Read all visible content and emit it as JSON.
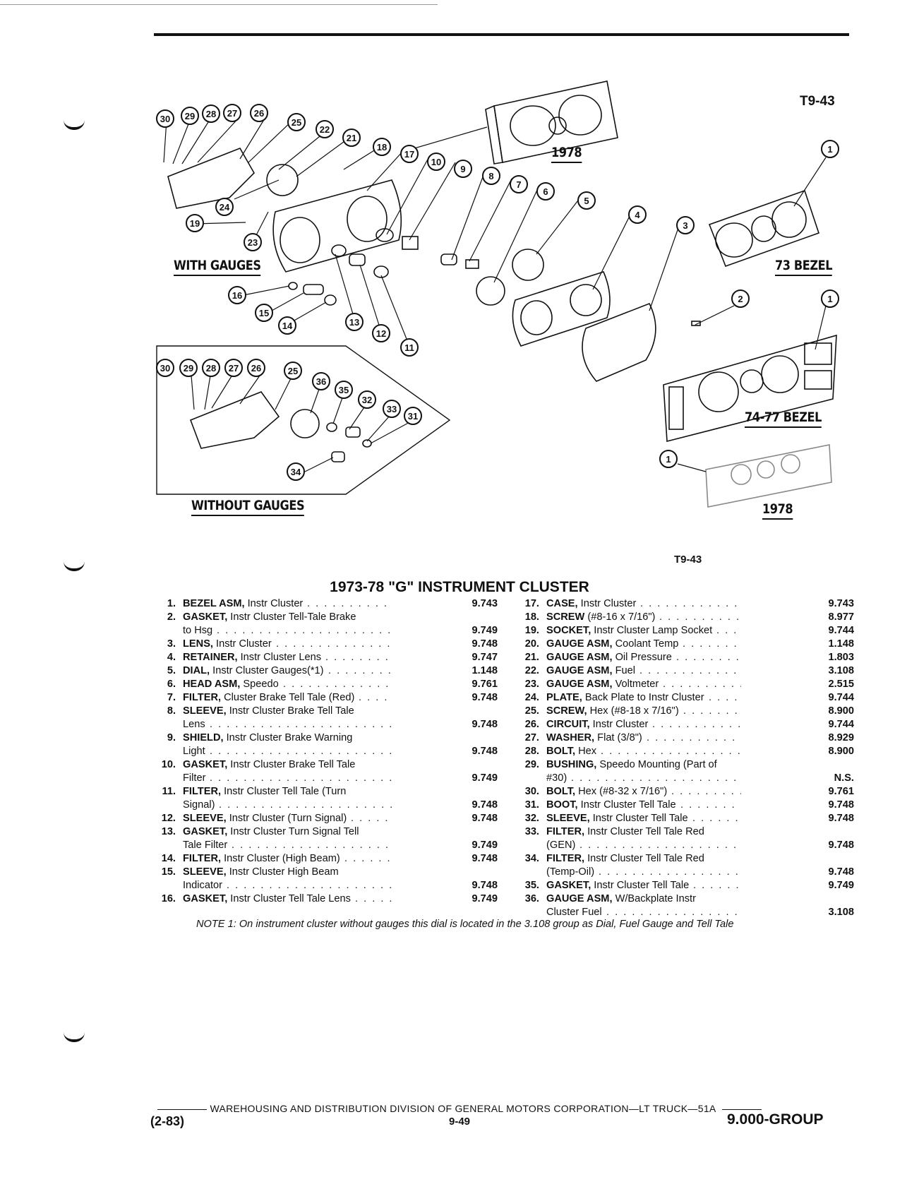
{
  "figure": {
    "code_top": "T9-43",
    "code_bottom": "T9-43",
    "labels": {
      "with_gauges": "WITH GAUGES",
      "without_gauges": "WITHOUT GAUGES",
      "year_1978_top": "1978",
      "bezel_73": "73 BEZEL",
      "bezel_74_77": "74-77 BEZEL",
      "year_1978_bottom": "1978"
    }
  },
  "title": "1973-78 \"G\" INSTRUMENT CLUSTER",
  "parts_left": [
    {
      "n": "1.",
      "name": "BEZEL ASM,",
      "desc": "Instr Cluster",
      "group": "9.743"
    },
    {
      "n": "2.",
      "name": "GASKET,",
      "desc": "Instr Cluster Tell-Tale Brake",
      "cont": "to Hsg",
      "group": "9.749"
    },
    {
      "n": "3.",
      "name": "LENS,",
      "desc": "Instr Cluster",
      "group": "9.748"
    },
    {
      "n": "4.",
      "name": "RETAINER,",
      "desc": "Instr Cluster Lens",
      "group": "9.747"
    },
    {
      "n": "5.",
      "name": "DIAL,",
      "desc": "Instr Cluster Gauges(*1)",
      "group": "1.148"
    },
    {
      "n": "6.",
      "name": "HEAD ASM,",
      "desc": "Speedo",
      "group": "9.761"
    },
    {
      "n": "7.",
      "name": "FILTER,",
      "desc": "Cluster Brake Tell Tale (Red)",
      "group": "9.748"
    },
    {
      "n": "8.",
      "name": "SLEEVE,",
      "desc": "Instr Cluster Brake Tell Tale",
      "cont": "Lens",
      "group": "9.748"
    },
    {
      "n": "9.",
      "name": "SHIELD,",
      "desc": "Instr Cluster Brake Warning",
      "cont": "Light",
      "group": "9.748"
    },
    {
      "n": "10.",
      "name": "GASKET,",
      "desc": "Instr Cluster Brake Tell Tale",
      "cont": "Filter",
      "group": "9.749"
    },
    {
      "n": "11.",
      "name": "FILTER,",
      "desc": "Instr Cluster Tell Tale (Turn",
      "cont": "Signal)",
      "group": "9.748"
    },
    {
      "n": "12.",
      "name": "SLEEVE,",
      "desc": "Instr Cluster (Turn Signal)",
      "group": "9.748"
    },
    {
      "n": "13.",
      "name": "GASKET,",
      "desc": "Instr Cluster Turn Signal Tell",
      "cont": "Tale Filter",
      "group": "9.749"
    },
    {
      "n": "14.",
      "name": "FILTER,",
      "desc": "Instr Cluster (High Beam)",
      "group": "9.748"
    },
    {
      "n": "15.",
      "name": "SLEEVE,",
      "desc": "Instr Cluster High Beam",
      "cont": "Indicator",
      "group": "9.748"
    },
    {
      "n": "16.",
      "name": "GASKET,",
      "desc": "Instr Cluster Tell Tale Lens",
      "group": "9.749"
    }
  ],
  "parts_right": [
    {
      "n": "17.",
      "name": "CASE,",
      "desc": "Instr Cluster",
      "group": "9.743"
    },
    {
      "n": "18.",
      "name": "SCREW",
      "desc": "(#8-16 x 7/16\")",
      "group": "8.977"
    },
    {
      "n": "19.",
      "name": "SOCKET,",
      "desc": "Instr Cluster Lamp Socket",
      "group": "9.744"
    },
    {
      "n": "20.",
      "name": "GAUGE ASM,",
      "desc": "Coolant Temp",
      "group": "1.148"
    },
    {
      "n": "21.",
      "name": "GAUGE ASM,",
      "desc": "Oil Pressure",
      "group": "1.803"
    },
    {
      "n": "22.",
      "name": "GAUGE ASM,",
      "desc": "Fuel",
      "group": "3.108"
    },
    {
      "n": "23.",
      "name": "GAUGE ASM,",
      "desc": "Voltmeter",
      "group": "2.515"
    },
    {
      "n": "24.",
      "name": "PLATE,",
      "desc": "Back Plate to Instr Cluster",
      "group": "9.744"
    },
    {
      "n": "25.",
      "name": "SCREW,",
      "desc": "Hex (#8-18 x 7/16\")",
      "group": "8.900"
    },
    {
      "n": "26.",
      "name": "CIRCUIT,",
      "desc": "Instr Cluster",
      "group": "9.744"
    },
    {
      "n": "27.",
      "name": "WASHER,",
      "desc": "Flat (3/8\")",
      "group": "8.929"
    },
    {
      "n": "28.",
      "name": "BOLT,",
      "desc": "Hex",
      "group": "8.900"
    },
    {
      "n": "29.",
      "name": "BUSHING,",
      "desc": "Speedo Mounting (Part of",
      "cont": "#30)",
      "group": "N.S."
    },
    {
      "n": "30.",
      "name": "BOLT,",
      "desc": "Hex (#8-32 x 7/16\")",
      "group": "9.761"
    },
    {
      "n": "31.",
      "name": "BOOT,",
      "desc": "Instr Cluster Tell Tale",
      "group": "9.748"
    },
    {
      "n": "32.",
      "name": "SLEEVE,",
      "desc": "Instr Cluster Tell Tale",
      "group": "9.748"
    },
    {
      "n": "33.",
      "name": "FILTER,",
      "desc": "Instr Cluster Tell Tale Red",
      "cont": "(GEN)",
      "group": "9.748"
    },
    {
      "n": "34.",
      "name": "FILTER,",
      "desc": "Instr Cluster Tell Tale Red",
      "cont": "(Temp-Oil)",
      "group": "9.748"
    },
    {
      "n": "35.",
      "name": "GASKET,",
      "desc": "Instr Cluster Tell Tale",
      "group": "9.749"
    },
    {
      "n": "36.",
      "name": "GAUGE ASM,",
      "desc": "W/Backplate Instr",
      "cont": "Cluster Fuel",
      "group": "3.108"
    }
  ],
  "note": "NOTE 1: On instrument cluster without gauges this dial is located in the 3.108 group as Dial, Fuel Gauge and Tell Tale",
  "footer": {
    "division": "WAREHOUSING AND DISTRIBUTION DIVISION OF GENERAL MOTORS CORPORATION—LT TRUCK—51A",
    "date": "(2-83)",
    "page": "9-49",
    "group": "9.000-GROUP"
  },
  "callouts": [
    "30",
    "29",
    "28",
    "27",
    "26",
    "25",
    "22",
    "21",
    "18",
    "17",
    "10",
    "9",
    "8",
    "7",
    "6",
    "5",
    "4",
    "3",
    "2",
    "1",
    "24",
    "19",
    "23",
    "16",
    "15",
    "14",
    "13",
    "12",
    "11",
    "36",
    "35",
    "32",
    "33",
    "31",
    "34"
  ]
}
